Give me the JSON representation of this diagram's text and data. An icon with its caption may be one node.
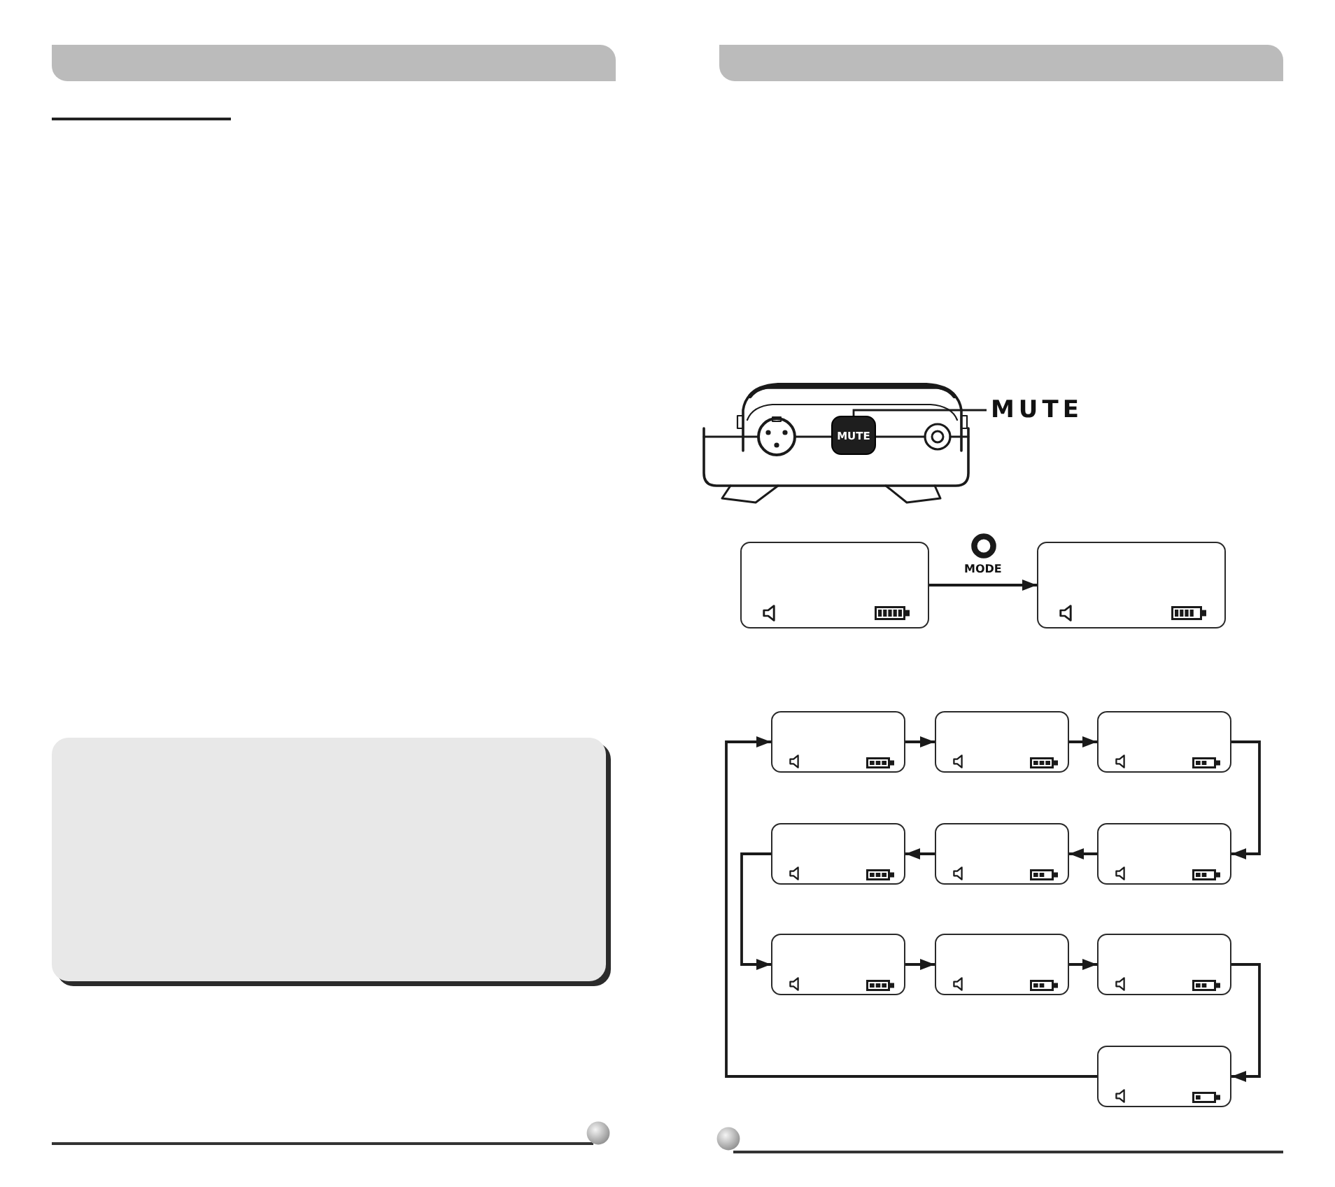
{
  "diagram": {
    "nodes": [
      {
        "text": [
          "MUTE"
        ]
      },
      {
        "text": [
          "MUTE"
        ]
      },
      {
        "text": [],
        "shape": "box"
      },
      {
        "text": [],
        "shape": "box"
      },
      {
        "text": [],
        "shape": "box"
      },
      {
        "text": [],
        "shape": "box"
      },
      {
        "text": [],
        "shape": "box"
      },
      {
        "text": [],
        "shape": "box"
      },
      {
        "text": [],
        "shape": "box"
      },
      {
        "text": [],
        "shape": "box"
      },
      {
        "text": [],
        "shape": "box"
      },
      {
        "text": [],
        "shape": "box"
      },
      {
        "text": [],
        "shape": "box"
      },
      {
        "text": [],
        "shape": "box"
      }
    ],
    "edges": [
      {
        "from": 1,
        "to": 0,
        "arrow": "none"
      },
      {
        "from": 2,
        "to": 3,
        "arrow": "to",
        "label": "MODE"
      },
      {
        "from": 4,
        "to": 5,
        "arrow": "to"
      },
      {
        "from": 5,
        "to": 6,
        "arrow": "to"
      },
      {
        "from": 6,
        "to": 9,
        "arrow": "to"
      },
      {
        "from": 9,
        "to": 8,
        "arrow": "to"
      },
      {
        "from": 8,
        "to": 7,
        "arrow": "to"
      },
      {
        "from": 7,
        "to": 10,
        "arrow": "to"
      },
      {
        "from": 10,
        "to": 11,
        "arrow": "to"
      },
      {
        "from": 11,
        "to": 12,
        "arrow": "to"
      },
      {
        "from": 12,
        "to": 13,
        "arrow": "to"
      },
      {
        "from": 13,
        "to": 4,
        "arrow": "to"
      }
    ]
  }
}
